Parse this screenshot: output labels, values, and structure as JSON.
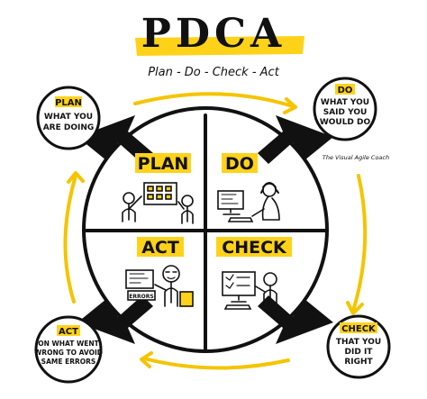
{
  "title": "PDCA",
  "subtitle": "Plan - Do - Check - Act",
  "colors": {
    "accent": "#f5c400",
    "ink": "#111111",
    "paper": "#ffffff",
    "highlight": "#ffd21a"
  },
  "quadrants": {
    "plan": "PLAN",
    "do": "DO",
    "act": "ACT",
    "check": "CHECK"
  },
  "bubbles": {
    "plan": {
      "heading": "PLAN",
      "lines": [
        "WHAT YOU",
        "ARE DOING"
      ]
    },
    "do": {
      "heading": "DO",
      "lines": [
        "WHAT YOU",
        "SAID YOU",
        "WOULD DO"
      ]
    },
    "act": {
      "heading": "ACT",
      "lines": [
        "ON WHAT WENT",
        "WRONG TO AVOID",
        "SAME ERRORS"
      ]
    },
    "check": {
      "heading": "CHECK",
      "lines": [
        "THAT YOU",
        "DID IT",
        "RIGHT"
      ]
    }
  },
  "screen_label": "ERRORS",
  "credit": "The Visual Agile Coach"
}
